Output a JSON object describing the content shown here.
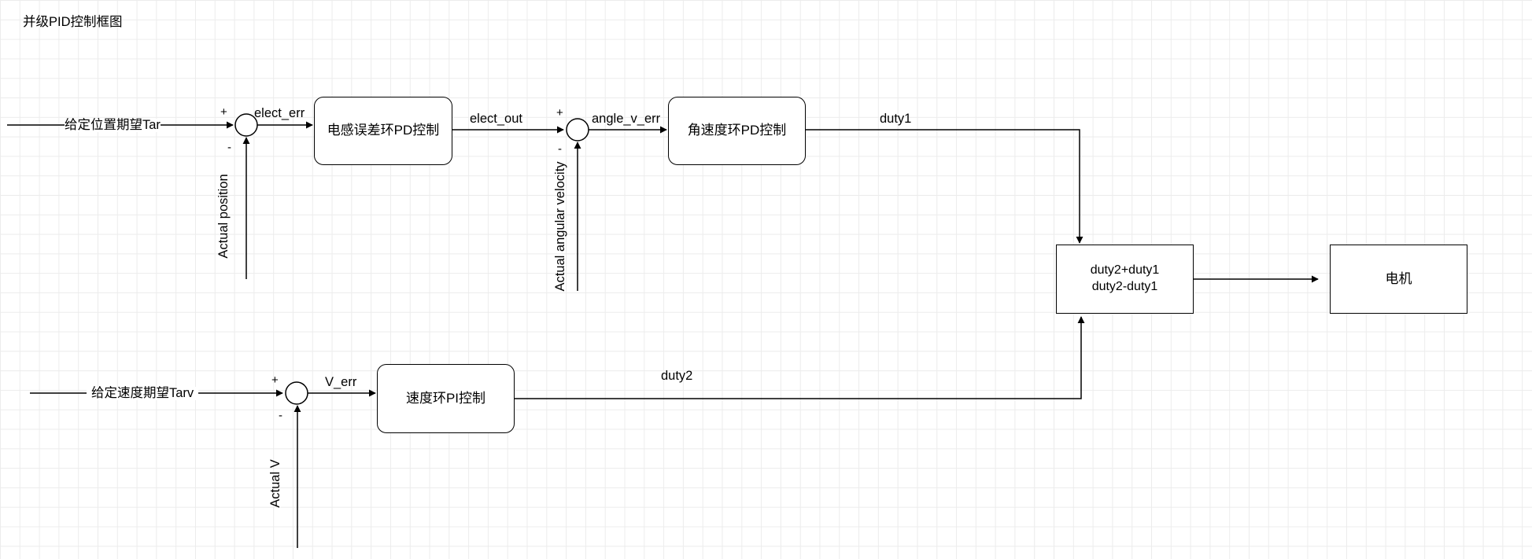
{
  "title": "并级PID控制框图",
  "inputs": {
    "position_ref": "给定位置期望Tar",
    "speed_ref": "给定速度期望Tarv"
  },
  "blocks": {
    "elect_pd": "电感误差环PD控制",
    "angle_pd": "角速度环PD控制",
    "speed_pi": "速度环PI控制",
    "mixer_line1": "duty2+duty1",
    "mixer_line2": "duty2-duty1",
    "motor": "电机"
  },
  "signals": {
    "elect_err": "elect_err",
    "elect_out": "elect_out",
    "angle_v_err": "angle_v_err",
    "duty1": "duty1",
    "v_err": "V_err",
    "duty2": "duty2"
  },
  "feedback": {
    "actual_position": "Actual position",
    "actual_angular_velocity": "Actual angular velocity",
    "actual_v": "Actual V"
  },
  "signs": {
    "plus": "+",
    "minus": "-"
  }
}
